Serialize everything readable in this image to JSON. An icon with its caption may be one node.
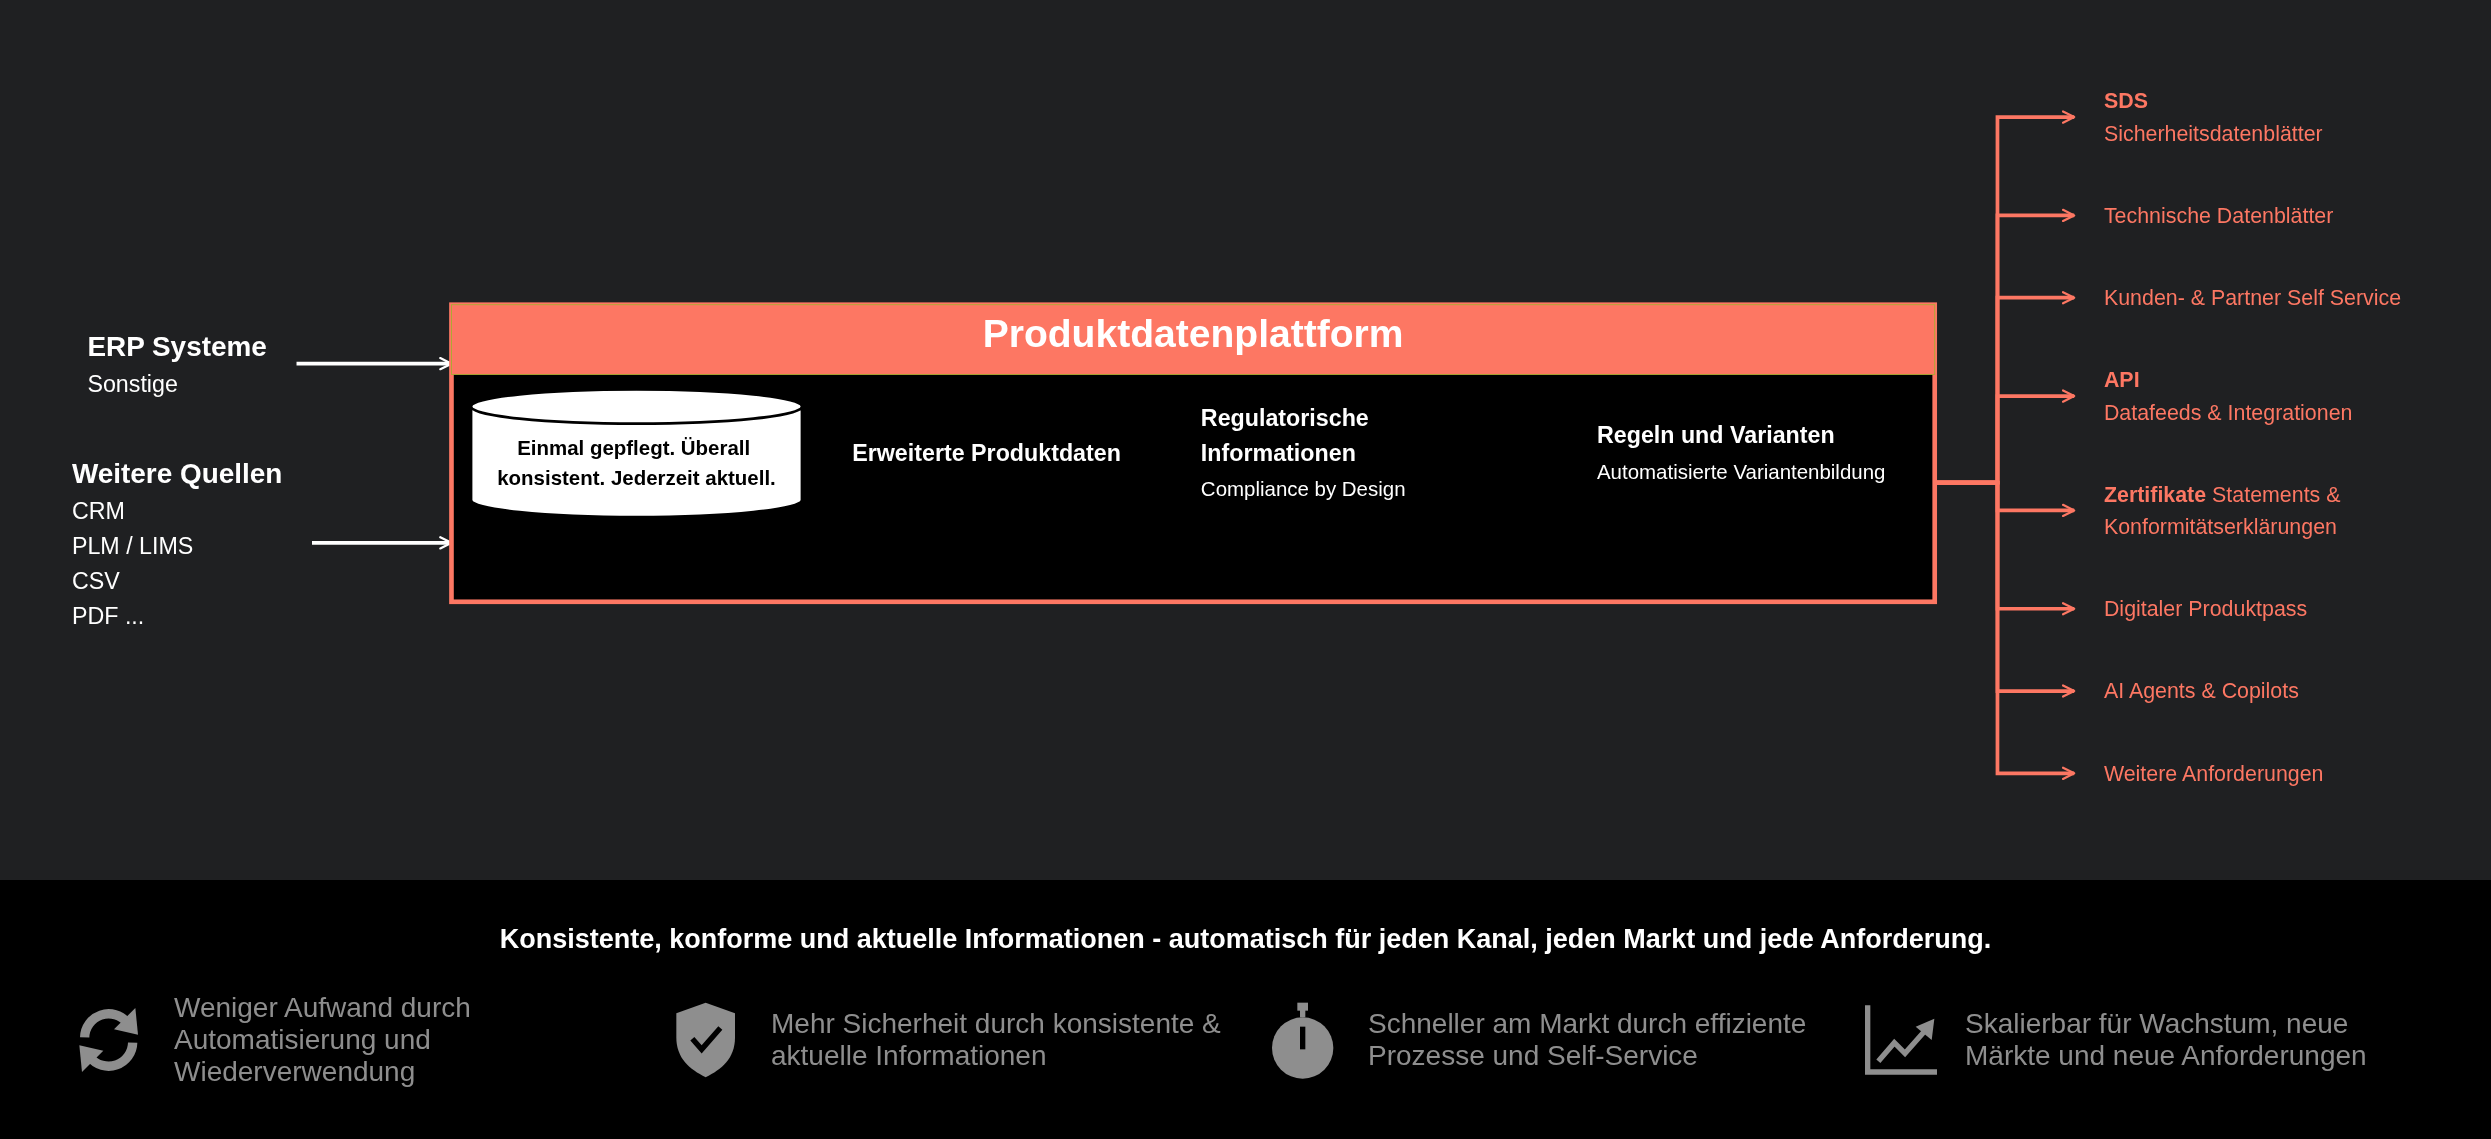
{
  "diagram": {
    "caption": "Konsistente, konforme und aktuelle Informationen - automatisch für jeden Kanal, jeden Markt und jede Anforderung.",
    "nodes": [
      {
        "text": [
          "ERP Systeme",
          "Sonstige"
        ]
      },
      {
        "text": [
          "Weitere Quellen",
          "CRM",
          "PLM / LIMS",
          "CSV",
          "PDF ..."
        ]
      },
      {
        "text": [
          "Produktdatenplattform"
        ]
      },
      {
        "text": [
          "Einmal gepflegt. Überall konsistent. Jederzeit aktuell."
        ],
        "in": 2
      },
      {
        "text": [
          "Erweiterte Produktdaten"
        ],
        "in": 2
      },
      {
        "text": [
          "Regulatorische Informationen",
          "Compliance by Design"
        ],
        "in": 2
      },
      {
        "text": [
          "Regeln und Varianten",
          "Automatisierte Variantenbildung"
        ],
        "in": 2
      },
      {
        "text": [
          "SDS",
          "Sicherheitsdatenblätter"
        ]
      },
      {
        "text": [
          "Technische Datenblätter"
        ]
      },
      {
        "text": [
          "Kunden- & Partner Self Service"
        ]
      },
      {
        "text": [
          "API",
          "Datafeeds & Integrationen"
        ]
      },
      {
        "text": [
          "**Zertifikate** Statements & Konformitätserklärungen"
        ]
      },
      {
        "text": [
          "Digitaler Produktpass"
        ]
      },
      {
        "text": [
          "AI Agents & Copilots"
        ]
      },
      {
        "text": [
          "Weitere Anforderungen"
        ]
      }
    ],
    "edges": [
      {
        "from": 0,
        "to": 2,
        "arrow": "to",
        "color": "#ffffff"
      },
      {
        "from": 1,
        "to": 2,
        "arrow": "to",
        "color": "#ffffff"
      },
      {
        "from": 2,
        "to": 7,
        "arrow": "to"
      },
      {
        "from": 2,
        "to": 8,
        "arrow": "to"
      },
      {
        "from": 2,
        "to": 9,
        "arrow": "to"
      },
      {
        "from": 2,
        "to": 10,
        "arrow": "to"
      },
      {
        "from": 2,
        "to": 11,
        "arrow": "to"
      },
      {
        "from": 2,
        "to": 12,
        "arrow": "to"
      },
      {
        "from": 2,
        "to": 13,
        "arrow": "to"
      },
      {
        "from": 2,
        "to": 14,
        "arrow": "to"
      }
    ],
    "labels": [
      "Weniger Aufwand durch Automatisierung und Wiederverwendung",
      "Mehr Sicherheit durch konsistente & aktuelle Informationen",
      "Schneller am Markt durch effiziente Prozesse und Self-Service",
      "Skalierbar für Wachstum, neue Märkte und neue Anforderungen"
    ]
  }
}
